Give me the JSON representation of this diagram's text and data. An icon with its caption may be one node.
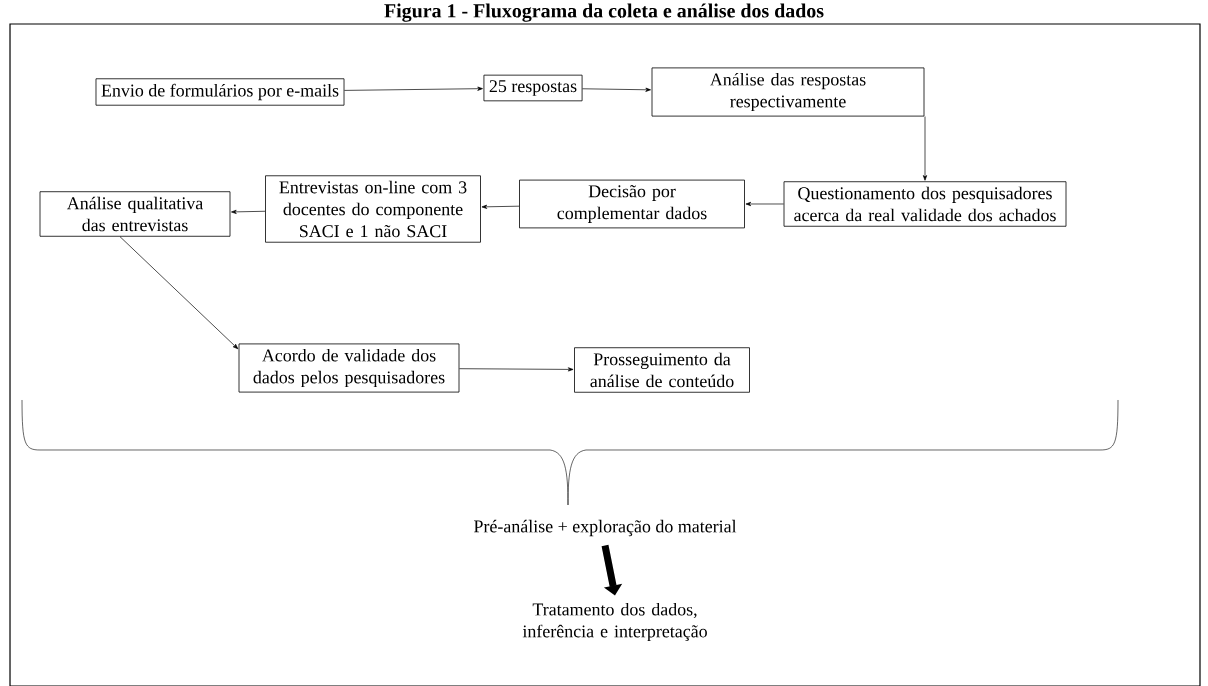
{
  "diagram": {
    "title": "Figura 1 - Fluxograma da coleta e análise dos dados",
    "nodes": [
      {
        "text": [
          "Envio de formulários por e-mails"
        ]
      },
      {
        "text": [
          "25 respostas"
        ]
      },
      {
        "text": [
          "Análise das respostas respectivamente"
        ]
      },
      {
        "text": [
          "Questionamento dos pesquisadores acerca da real validade dos achados"
        ]
      },
      {
        "text": [
          "Decisão por complementar dados"
        ]
      },
      {
        "text": [
          "Entrevistas on-line com 3 docentes do componente SACI e 1 não SACI"
        ]
      },
      {
        "text": [
          "Análise qualitativa das entrevistas"
        ]
      },
      {
        "text": [
          "Acordo de validade dos dados pelos pesquisadores"
        ]
      },
      {
        "text": [
          "Prosseguimento da análise de conteúdo"
        ]
      },
      {
        "text": [
          "Pré-análise + exploração do material"
        ]
      },
      {
        "text": [
          "Tratamento dos dados, inferência e interpretação"
        ]
      }
    ],
    "edges": [
      {
        "from": 0,
        "to": 1,
        "arrow": "to"
      },
      {
        "from": 1,
        "to": 2,
        "arrow": "to"
      },
      {
        "from": 2,
        "to": 3,
        "arrow": "to"
      },
      {
        "from": 3,
        "to": 4,
        "arrow": "to"
      },
      {
        "from": 4,
        "to": 5,
        "arrow": "to"
      },
      {
        "from": 5,
        "to": 6,
        "arrow": "to"
      },
      {
        "from": 6,
        "to": 7,
        "arrow": "to"
      },
      {
        "from": 7,
        "to": 8,
        "arrow": "to"
      },
      {
        "from": 9,
        "to": 10,
        "arrow": "to",
        "style": "thick"
      }
    ]
  }
}
